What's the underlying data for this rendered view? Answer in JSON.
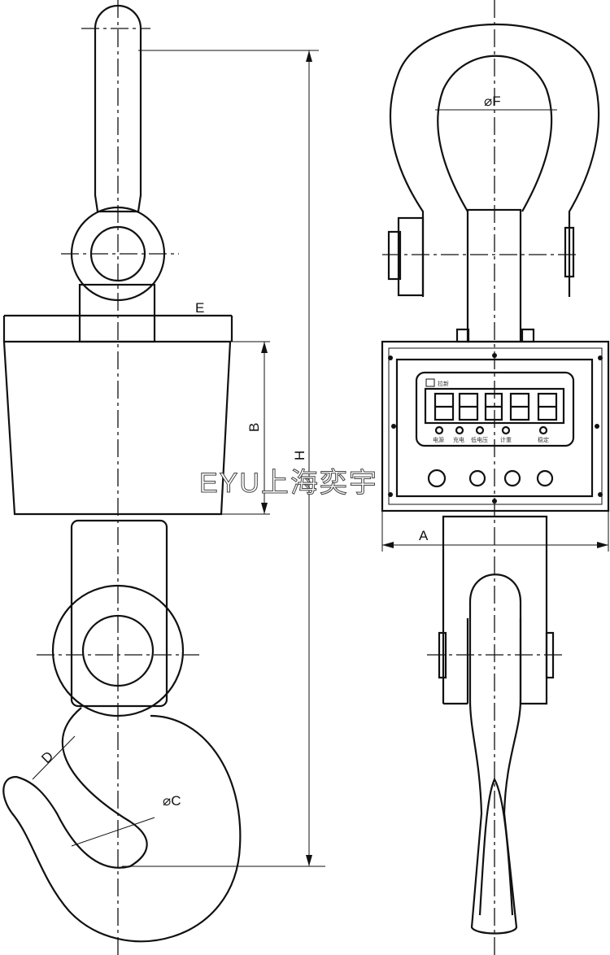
{
  "title": "Crane scale outline dimension drawing",
  "dimensions": {
    "E": "E",
    "B": "B",
    "H": "H",
    "A": "A",
    "F": "⌀F",
    "C": "⌀C",
    "D": "D"
  },
  "display": {
    "brand": "拉新",
    "digits": [
      "8",
      "8",
      "8",
      "8",
      "8"
    ],
    "indicators": [
      "电源",
      "充电",
      "低电压",
      "计重",
      "稳定"
    ]
  },
  "watermark": "EYU上海奕宇",
  "colors": {
    "line": "#111111",
    "background": "#ffffff"
  }
}
